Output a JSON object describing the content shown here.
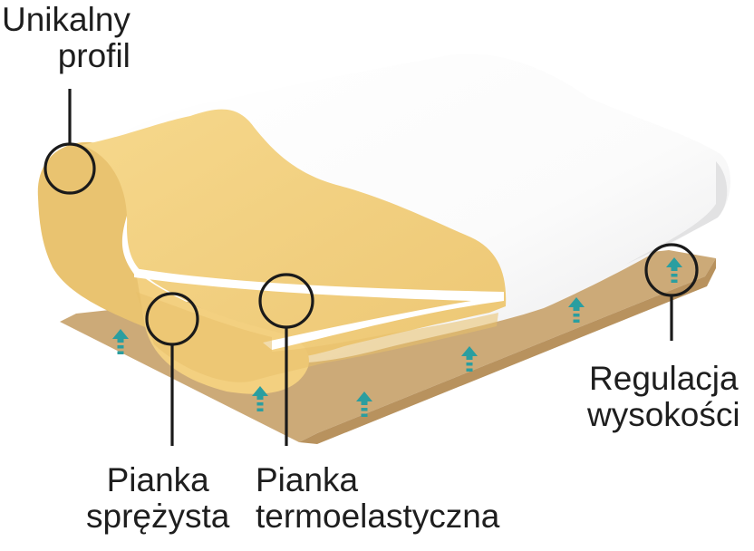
{
  "labels": {
    "profile": {
      "line1": "Unikalny",
      "line2": "profil"
    },
    "spring_foam": {
      "line1": "Pianka",
      "line2": "sprężysta"
    },
    "thermo_foam": {
      "line1": "Pianka",
      "line2": "termoelastyczna"
    },
    "height_adjust": {
      "line1": "Regulacja",
      "line2": "wysokości"
    }
  },
  "colors": {
    "base": "#ccaa78",
    "base_edge": "#b8925e",
    "foam_yellow": "#f1cf7e",
    "foam_yellow_dark": "#dcb467",
    "cover_white": "#ffffff",
    "arrow": "#2a9ea0",
    "callout": "#1a1a1a"
  },
  "icons": {
    "arrow": "dashed-up-arrow-icon"
  }
}
